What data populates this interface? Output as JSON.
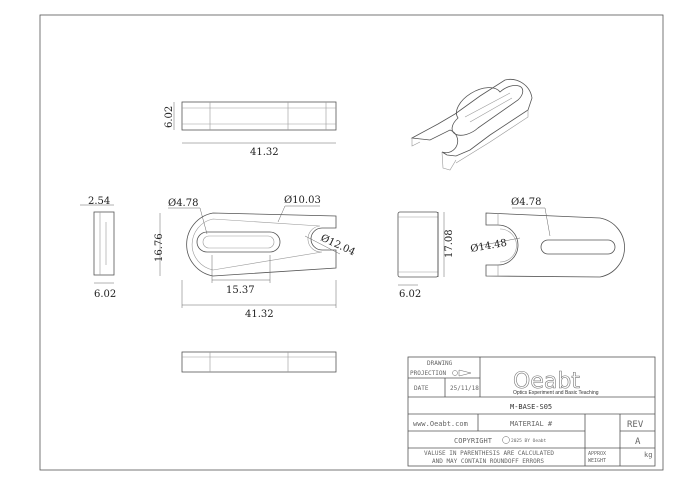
{
  "views": {
    "top": {
      "length": "41.32",
      "thickness": "6.02"
    },
    "front": {
      "slot_dia": "Ø4.78",
      "neck_dia": "Ø10.03",
      "notch_dia": "Ø12.04",
      "height": "16.76",
      "slot_length": "15.37",
      "length": "41.32"
    },
    "left": {
      "step": "2.54",
      "thickness": "6.02"
    },
    "right_side": {
      "height": "17.08",
      "thickness": "6.02"
    },
    "right_plan": {
      "slot_dia": "Ø4.78",
      "notch_dia": "Ø14.48"
    }
  },
  "title_block": {
    "drawing_label": "DRAWING",
    "projection_label": "PROJECTION",
    "date_label": "DATE",
    "date_value": "25/11/18",
    "logo_text": "Oeabt",
    "logo_tagline": "Optics Experiment and Basic Teaching",
    "part_number": "M-BASE-S05",
    "website": "www.Oeabt.com",
    "material_label": "MATERIAL #",
    "rev_label": "REV",
    "rev_value": "A",
    "copyright_label": "COPYRIGHT",
    "copyright_note": "2025 BY Oeabt",
    "note_line1": "VALUSE IN PARENTHESIS ARE CALCULATED",
    "note_line2": "AND MAY CONTAIN ROUNDOFF ERRORS",
    "approx_label": "APPROX",
    "weight_label": "WEIGHT",
    "weight_unit": "kg"
  }
}
